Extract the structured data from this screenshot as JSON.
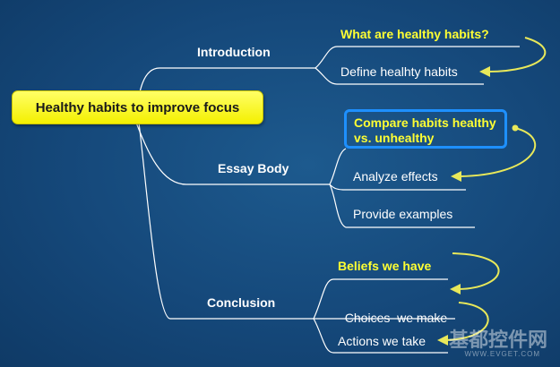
{
  "central": {
    "label": "Healthy habits to improve focus"
  },
  "branches": [
    {
      "label": "Introduction",
      "children": [
        "What are healthy habits?",
        "Define healhty habits"
      ]
    },
    {
      "label": "Essay Body",
      "children": [
        "Compare habits healthy vs. unhealthy",
        "Analyze effects",
        "Provide examples"
      ]
    },
    {
      "label": "Conclusion",
      "children": [
        "Beliefs we have",
        "Choices  we make",
        "Actions we take"
      ]
    }
  ],
  "watermark": {
    "text": "基都控件网",
    "subtext": "WWW.EVGET.COM"
  },
  "colors": {
    "background": "#15487a",
    "central_fill": "#f4f000",
    "highlight": "#ffff33",
    "box_border": "#1e90ff",
    "connector": "#ffffff",
    "arrow": "#e8e85a"
  }
}
